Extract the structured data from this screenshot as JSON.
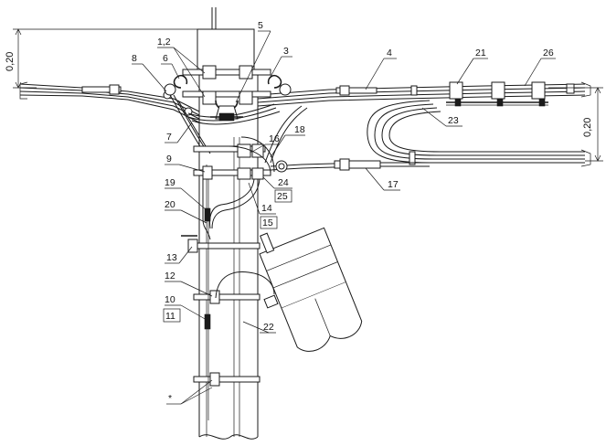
{
  "dimensions": {
    "left": "0,20",
    "right": "0,20"
  },
  "callouts": {
    "c1_2": "1,2",
    "c3": "3",
    "c4": "4",
    "c5": "5",
    "c6": "6",
    "c7": "7",
    "c8": "8",
    "c9": "9",
    "c10": "10",
    "c11": "11",
    "c12": "12",
    "c13": "13",
    "c14": "14",
    "c15": "15",
    "c16": "16",
    "c17": "17",
    "c18": "18",
    "c19": "19",
    "c20": "20",
    "c21": "21",
    "c22": "22",
    "c23": "23",
    "c24": "24",
    "c25": "25",
    "c26": "26",
    "cstar": "*"
  }
}
